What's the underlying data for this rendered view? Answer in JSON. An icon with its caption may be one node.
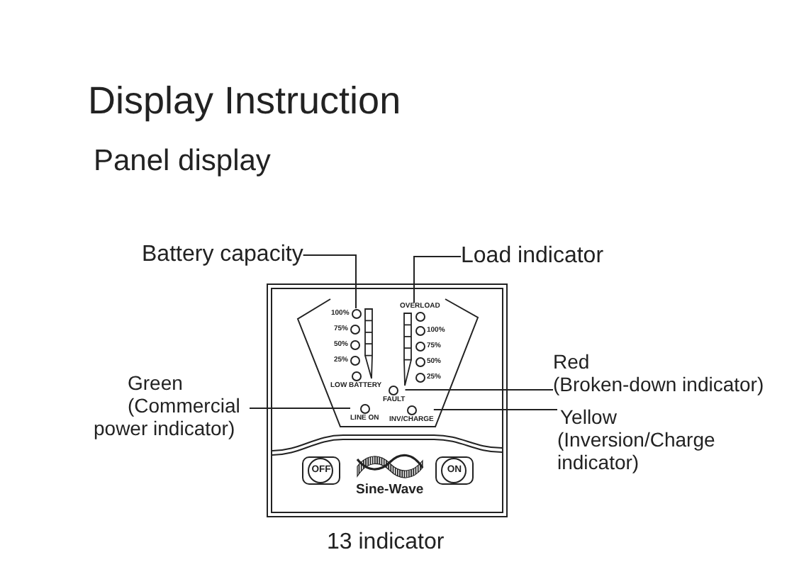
{
  "diagram": {
    "title": "Display Instruction",
    "caption": "13 indicator",
    "nodes": [
      {
        "text": [
          "Battery capacity"
        ]
      },
      {
        "text": [
          "Load indicator"
        ]
      },
      {
        "text": [],
        "shape": "box"
      },
      {
        "text": [
          "OVERLOAD"
        ],
        "in": 2
      },
      {
        "text": [
          "100%"
        ],
        "in": 2
      },
      {
        "text": [
          "100%"
        ],
        "in": 2
      },
      {
        "text": [
          "75%"
        ],
        "in": 2
      },
      {
        "text": [
          "75%"
        ],
        "in": 2
      },
      {
        "text": [
          "50%"
        ],
        "in": 2
      },
      {
        "text": [
          "50%"
        ],
        "in": 2
      },
      {
        "text": [
          "25%"
        ],
        "in": 2
      },
      {
        "text": [
          "25%"
        ],
        "in": 2
      },
      {
        "text": [
          "LOW BATTERY"
        ],
        "in": 2
      },
      {
        "text": [
          "FAULT"
        ],
        "in": 2
      },
      {
        "text": [
          "LINE ON"
        ],
        "in": 2
      },
      {
        "text": [
          "INV/CHARGE"
        ],
        "in": 2
      },
      {
        "text": [
          "OFF"
        ],
        "in": 2
      },
      {
        "text": [
          "ON"
        ],
        "in": 2
      },
      {
        "text": [
          "Red",
          "(Broken-down indicator)"
        ]
      },
      {
        "text": [
          "Green",
          "(Commercial power indicator)"
        ]
      },
      {
        "text": [
          "Yellow",
          "(Inversion/Charge indicator)"
        ]
      }
    ],
    "edges": [
      {
        "from": 0,
        "to": 4,
        "arrow": "none"
      },
      {
        "from": 1,
        "to": 3,
        "arrow": "none"
      },
      {
        "from": 18,
        "to": 13,
        "arrow": "none"
      },
      {
        "from": 19,
        "to": 14,
        "arrow": "none"
      },
      {
        "from": 20,
        "to": 15,
        "arrow": "none"
      }
    ],
    "labels": [
      "Panel display",
      "Sine-Wave"
    ]
  }
}
